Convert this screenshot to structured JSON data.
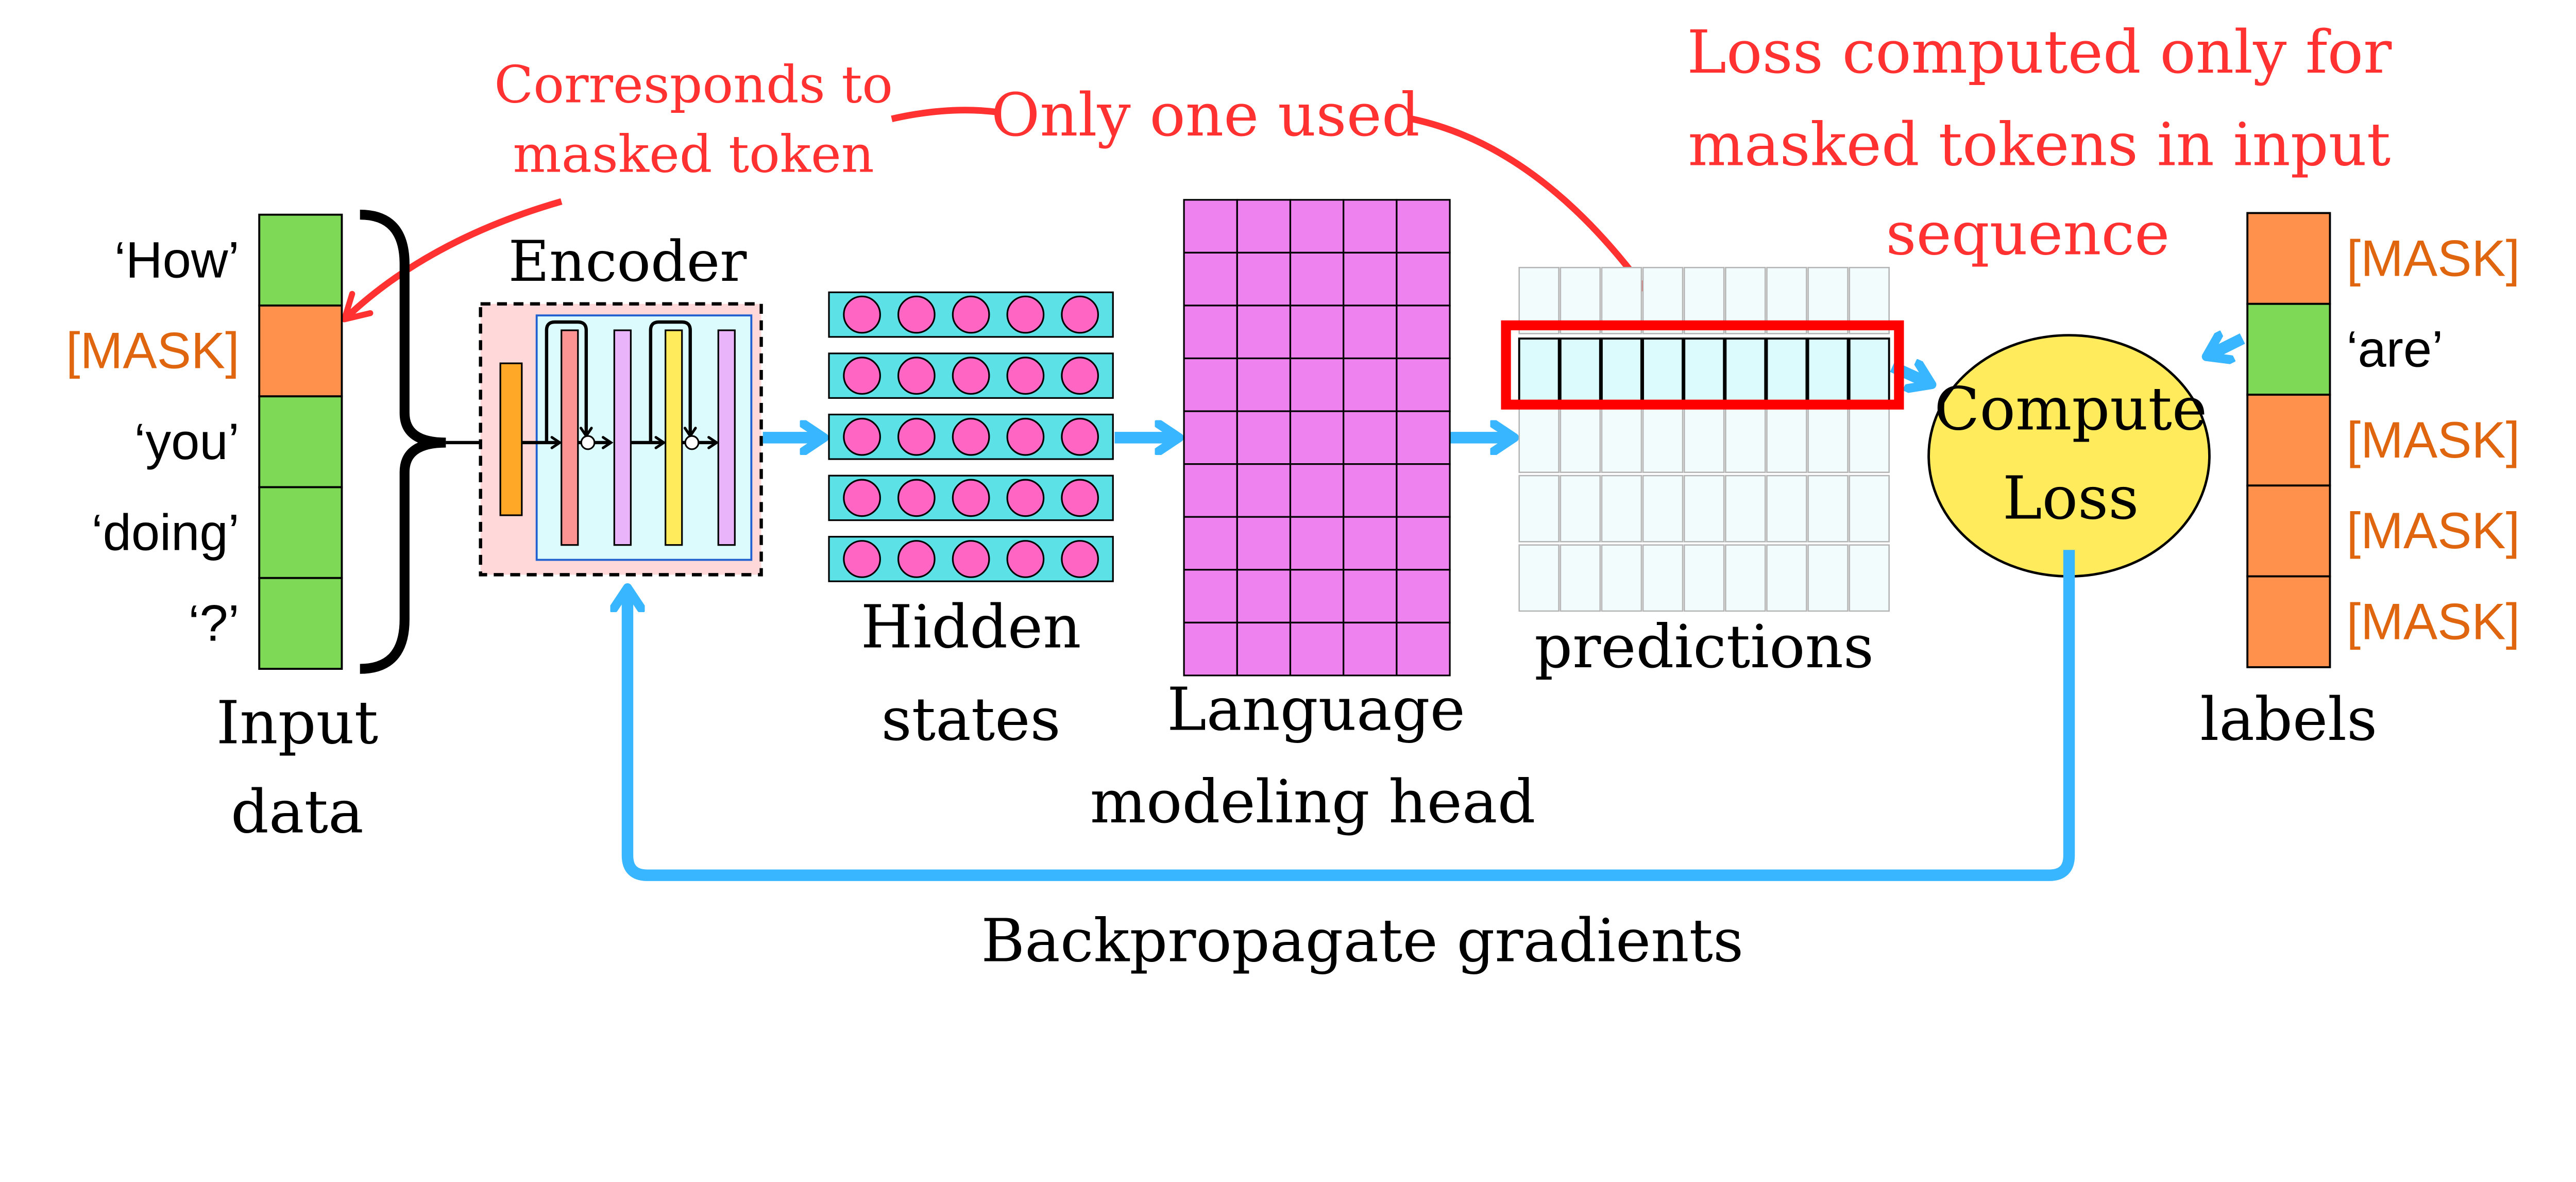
{
  "annotations": {
    "corresponds": [
      "Corresponds to",
      "masked token"
    ],
    "only_one": "Only one used",
    "loss_note": [
      "Loss computed only for",
      "masked tokens in input",
      "sequence"
    ]
  },
  "input": {
    "tokens": [
      "‘How’",
      "[MASK]",
      "‘you’",
      "‘doing’",
      "‘?’"
    ],
    "masked": [
      false,
      true,
      false,
      false,
      false
    ],
    "caption": [
      "Input",
      "data"
    ]
  },
  "encoder": {
    "label": "Encoder"
  },
  "hidden_states": {
    "caption": [
      "Hidden",
      "states"
    ]
  },
  "lm_head": {
    "caption": [
      "Language",
      "modeling head"
    ]
  },
  "predictions": {
    "caption": "predictions"
  },
  "compute_loss": {
    "label": [
      "Compute",
      "Loss"
    ]
  },
  "labels": {
    "tokens": [
      "[MASK]",
      "‘are’",
      "[MASK]",
      "[MASK]",
      "[MASK]"
    ],
    "masked": [
      true,
      false,
      true,
      true,
      true
    ],
    "caption": "labels"
  },
  "backprop": {
    "label": "Backpropagate gradients"
  },
  "colors": {
    "token_green": "#7ed957",
    "token_orange": "#ff914d",
    "mask_text": "#e0650f",
    "annotation_red": "#ff3131",
    "flow_blue": "#38b6ff",
    "hidden_bar": "#5ce1e6",
    "hidden_circle": "#ff66c4",
    "lm_head": "#ee82ee",
    "loss_ellipse": "#ffeb5c"
  }
}
